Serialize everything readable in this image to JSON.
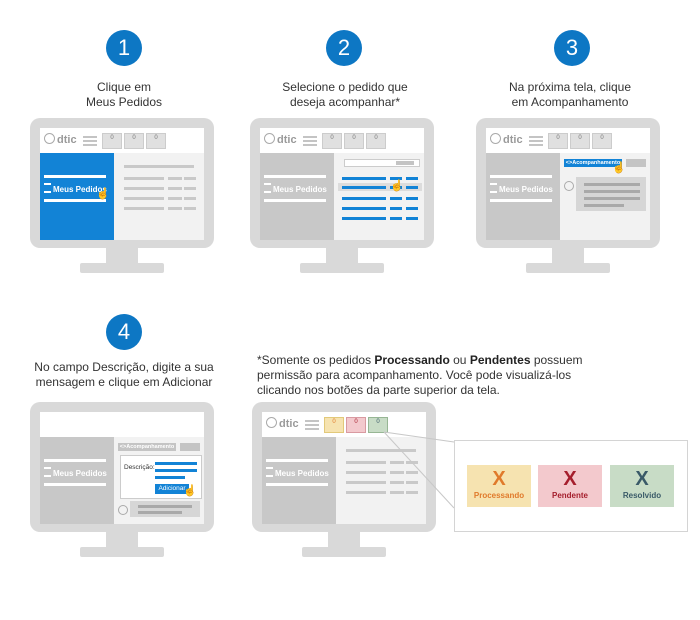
{
  "steps": [
    {
      "number": "1",
      "caption_line1": "Clique em",
      "caption_line2": "Meus Pedidos"
    },
    {
      "number": "2",
      "caption_line1": "Selecione o pedido que",
      "caption_line2": "deseja acompanhar*"
    },
    {
      "number": "3",
      "caption_line1": "Na próxima tela, clique",
      "caption_line2": "em Acompanhamento"
    },
    {
      "number": "4",
      "caption_line1": "No campo Descrição, digite a sua",
      "caption_line2": "mensagem e clique em Adicionar"
    }
  ],
  "note": {
    "prefix": "*Somente os pedidos ",
    "bold1": "Processando",
    "mid": " ou ",
    "bold2": "Pendentes",
    "suffix_line1": " possuem",
    "line2": "permissão para acompanhamento. Você pode visualizá-los",
    "line3": "clicando nos botões da parte superior da tela."
  },
  "screen": {
    "logo": "dtic",
    "menu_item": "Meus Pedidos",
    "counter": "0",
    "acompanhamento_btn": "<>Acompanhamento",
    "descricao_label": "Descrição:",
    "adicionar_btn": "Adicionar"
  },
  "statuses": [
    {
      "mark": "X",
      "label": "Processando",
      "bg": "#f6e3b0",
      "color": "#e07a2b"
    },
    {
      "mark": "X",
      "label": "Pendente",
      "bg": "#f3c9cd",
      "color": "#a51e2d"
    },
    {
      "mark": "X",
      "label": "Resolvido",
      "bg": "#c8dcc6",
      "color": "#3a5a68"
    }
  ],
  "colors": {
    "accent": "#0d77c4",
    "side_active": "#1283d6"
  }
}
